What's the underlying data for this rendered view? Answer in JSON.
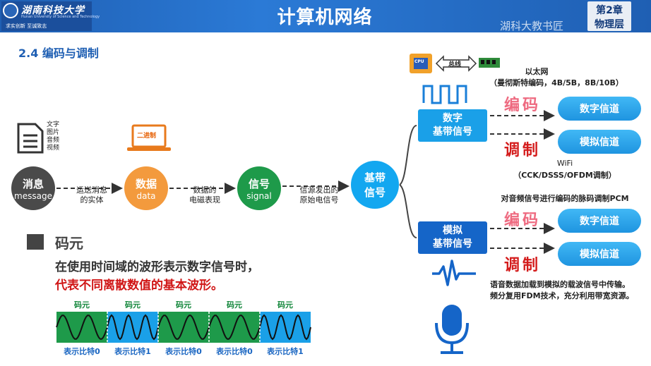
{
  "header": {
    "logo_name": "湖南科技大学",
    "logo_sub": "Hunan University of Science and Technology",
    "logo_motto": "求实创新    至诚致志",
    "title": "计算机网络",
    "chapter": "第2章",
    "layer": "物理层",
    "watermark": "湖科大教书匠"
  },
  "section": "2.4 编码与调制",
  "flow": {
    "message": {
      "cn": "消息",
      "en": "message"
    },
    "data": {
      "cn": "数据",
      "en": "data"
    },
    "signal": {
      "cn": "信号",
      "en": "signal"
    },
    "baseband": {
      "line1": "基带",
      "line2": "信号"
    },
    "doc_types": [
      "文字",
      "图片",
      "音频",
      "视频"
    ],
    "binary_label": "二进制",
    "arrow1": {
      "line1": "运送消息",
      "line2": "的实体"
    },
    "arrow2": {
      "line1": "数据的",
      "line2": "电磁表现"
    },
    "arrow3": {
      "line1": "信源发出的",
      "line2": "原始电信号"
    }
  },
  "right": {
    "cpu_label": "CPU",
    "bus_label": "总线",
    "ethernet": "以太网",
    "ethernet_detail": "（曼彻斯特编码，4B/5B，8B/10B）",
    "digital_box": {
      "line1": "数字",
      "line2": "基带信号"
    },
    "analog_box": {
      "line1": "模拟",
      "line2": "基带信号"
    },
    "encode": "编码",
    "modulate": "调制",
    "digital_channel": "数字信道",
    "analog_channel": "模拟信道",
    "wifi": "WiFi",
    "wifi_detail": "（CCK/DSSS/OFDM调制）",
    "pcm": "对音频信号进行编码的脉码调制PCM",
    "voice1": "语音数据加载到模拟的载波信号中传输。",
    "voice2": "频分复用FDM技术，充分利用带宽资源。"
  },
  "symbol": {
    "title": "码元",
    "desc1": "在使用时间域的波形表示数字信号时，",
    "desc2": "代表不同离散数值的基本波形。",
    "cells": [
      "码元",
      "码元",
      "码元",
      "码元",
      "码元"
    ],
    "bits": [
      "表示比特0",
      "表示比特1",
      "表示比特0",
      "表示比特0",
      "表示比特1"
    ]
  },
  "colors": {
    "header_blue": "#1f5fb3",
    "green_cell": "#1e9a4a",
    "blue_cell": "#1aa0e8",
    "red_text": "#d01616"
  }
}
